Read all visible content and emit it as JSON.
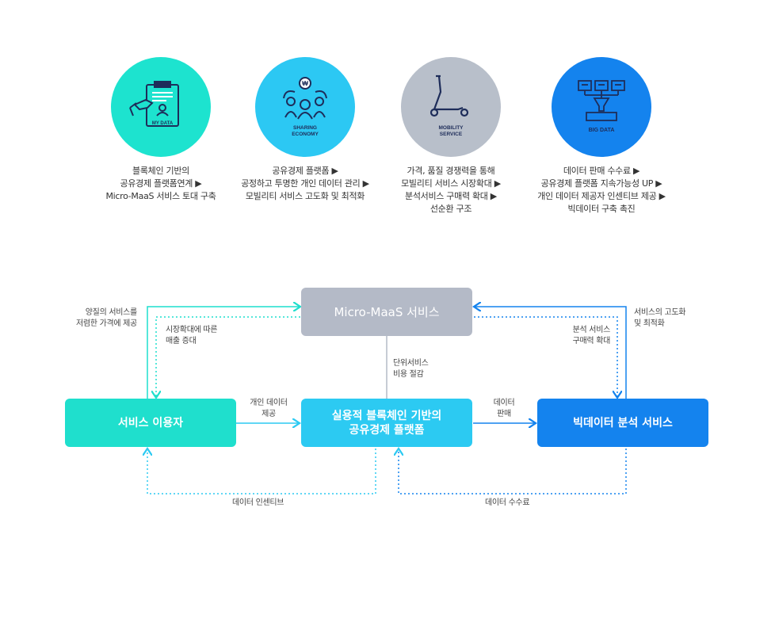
{
  "features": [
    {
      "icon": "my-data-clipboard-icon",
      "badge": "MY DATA",
      "color": "#1de3cf",
      "lines": [
        "블록체인 기반의",
        "공유경제 플랫폼연계 ▶",
        "Micro-MaaS 서비스 토대 구축"
      ]
    },
    {
      "icon": "sharing-economy-icon",
      "badge": "SHARING ECONOMY",
      "badge_line1": "SHARING",
      "badge_line2": "ECONOMY",
      "color": "#2cc8f3",
      "lines": [
        "공유경제 플랫폼 ▶",
        "공정하고 투명한 개인 데이터 관리 ▶",
        "모빌리티 서비스 고도화 및 최적화"
      ]
    },
    {
      "icon": "kick-scooter-icon",
      "badge": "MOBILITY SERVICE",
      "badge_line1": "MOBILITY",
      "badge_line2": "SERVICE",
      "color": "#b8bfca",
      "lines": [
        "가격, 품질 경쟁력을 통해",
        "모빌리티 서비스 시장확대 ▶",
        "분석서비스 구매력 확대 ▶",
        "선순환 구조"
      ]
    },
    {
      "icon": "big-data-icon",
      "badge": "BIG DATA",
      "color": "#1483ee",
      "lines": [
        "데이터 판매 수수료 ▶",
        "공유경제 플랫폼 지속가능성 UP ▶",
        "개인 데이터 제공자 인센티브 제공 ▶",
        "빅데이터 구축 촉진"
      ]
    }
  ],
  "nodes": {
    "maas": {
      "label": "Micro-MaaS 서비스",
      "color": "#b4bac7"
    },
    "user": {
      "label": "서비스 이용자",
      "color": "#1fdfcd"
    },
    "platform": {
      "line1": "실용적 블록체인 기반의",
      "line2": "공유경제 플랫폼",
      "color": "#2ccaf2"
    },
    "bigdata": {
      "label": "빅데이터 분석 서비스",
      "color": "#1483ee"
    }
  },
  "edge_labels": {
    "quality": [
      "양질의 서비스를",
      "저렴한 가격에 제공"
    ],
    "market": [
      "시장확대에 따른",
      "매출 증대"
    ],
    "cost": [
      "단위서비스",
      "비용 절감"
    ],
    "personal_data": [
      "개인 데이터",
      "제공"
    ],
    "data_sale": [
      "데이터",
      "판매"
    ],
    "analysis": [
      "분석 서비스",
      "구매력 확대"
    ],
    "optimize": [
      "서비스의 고도화",
      "및 최적화"
    ],
    "incentive": "데이터 인센티브",
    "fee": "데이터 수수료"
  },
  "colors": {
    "teal": "#1fdfcd",
    "sky": "#2ccaf2",
    "blue": "#1483ee",
    "grey": "#b4bac7",
    "navy": "#1e2d5a"
  }
}
